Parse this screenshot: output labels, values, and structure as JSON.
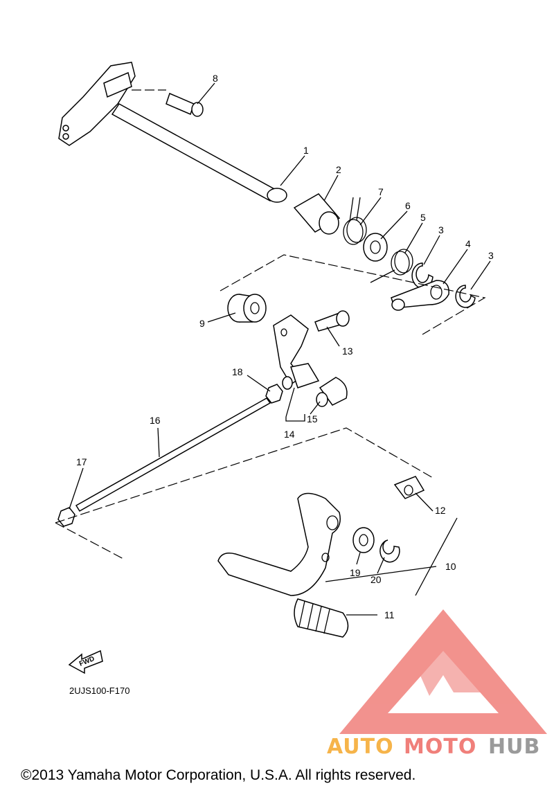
{
  "diagram": {
    "part_code": "2UJS100-F170",
    "fwd_label": "FWD",
    "copyright": "©2013 Yamaha Motor Corporation, U.S.A. All rights reserved.",
    "callouts": [
      {
        "id": "1",
        "label": "1"
      },
      {
        "id": "2",
        "label": "2"
      },
      {
        "id": "7",
        "label": "7"
      },
      {
        "id": "6",
        "label": "6"
      },
      {
        "id": "5",
        "label": "5"
      },
      {
        "id": "3a",
        "label": "3"
      },
      {
        "id": "4",
        "label": "4"
      },
      {
        "id": "3b",
        "label": "3"
      },
      {
        "id": "8",
        "label": "8"
      },
      {
        "id": "9",
        "label": "9"
      },
      {
        "id": "13",
        "label": "13"
      },
      {
        "id": "18",
        "label": "18"
      },
      {
        "id": "15",
        "label": "15"
      },
      {
        "id": "14",
        "label": "14"
      },
      {
        "id": "16",
        "label": "16"
      },
      {
        "id": "17",
        "label": "17"
      },
      {
        "id": "12",
        "label": "12"
      },
      {
        "id": "10",
        "label": "10"
      },
      {
        "id": "19",
        "label": "19"
      },
      {
        "id": "20",
        "label": "20"
      },
      {
        "id": "11",
        "label": "11"
      }
    ]
  },
  "watermark": {
    "text_part1": "AUTO",
    "text_part2": "MOTO",
    "text_part3": "HUB",
    "color_orange": "#f6b44a",
    "color_red": "#f07f7a",
    "color_gray": "#9a9a9a"
  }
}
